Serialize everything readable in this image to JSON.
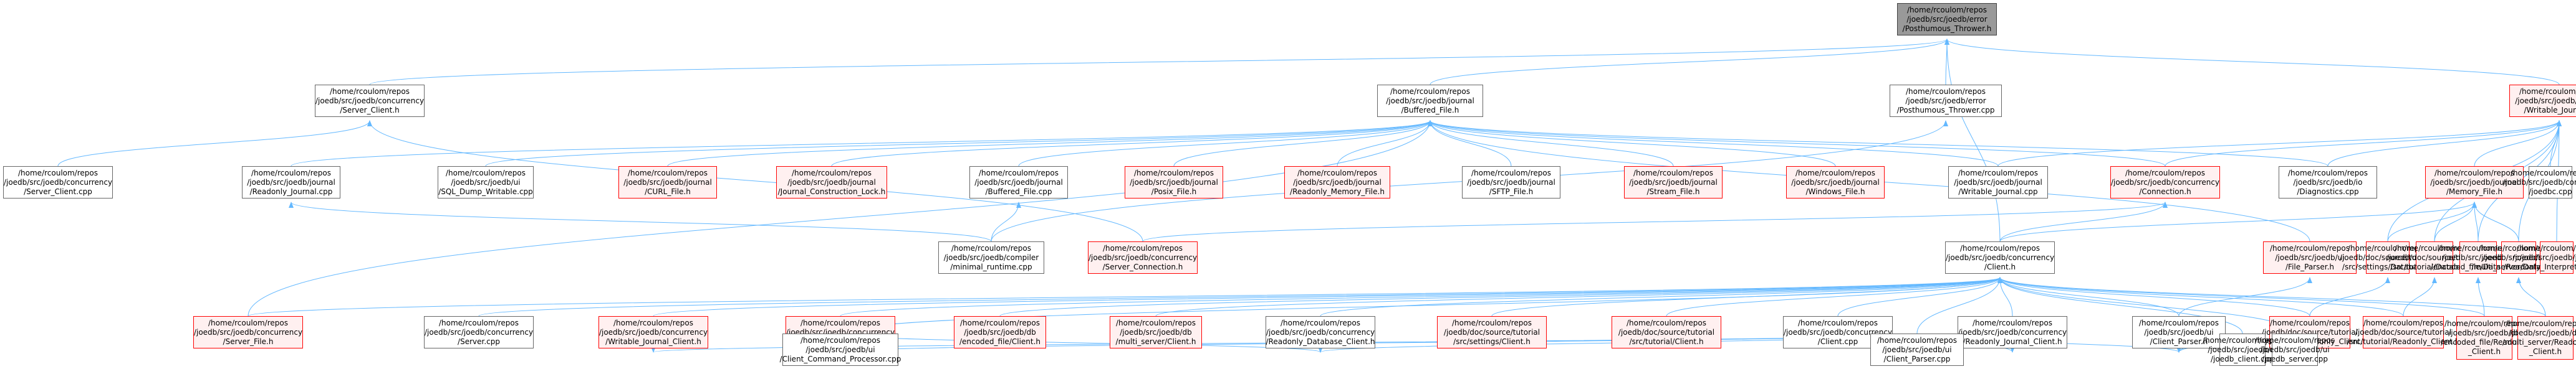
{
  "colors": {
    "edge": "#63b8ff",
    "border": "#666666",
    "red_border": "#ff0000",
    "red_fill": "#fff0f0",
    "root_fill": "#999999"
  },
  "nodes": {
    "root": "/home/rcoulom/repos\n/joedb/src/joedb/error\n/Posthumous_Thrower.h",
    "server_client_h": "/home/rcoulom/repos\n/joedb/src/joedb/concurrency\n/Server_Client.h",
    "buffered_file_h": "/home/rcoulom/repos\n/joedb/src/joedb/journal\n/Buffered_File.h",
    "posthumous_cpp": "/home/rcoulom/repos\n/joedb/src/joedb/error\n/Posthumous_Thrower.cpp",
    "writable_journal_h": "/home/rcoulom/repos\n/joedb/src/joedb/journal\n/Writable_Journal.h",
    "server_client_cpp": "/home/rcoulom/repos\n/joedb/src/joedb/concurrency\n/Server_Client.cpp",
    "readonly_journal_cpp": "/home/rcoulom/repos\n/joedb/src/joedb/journal\n/Readonly_Journal.cpp",
    "sql_dump": "/home/rcoulom/repos\n/joedb/src/joedb/ui\n/SQL_Dump_Writable.cpp",
    "curl_file": "/home/rcoulom/repos\n/joedb/src/joedb/journal\n/CURL_File.h",
    "construction_lock": "/home/rcoulom/repos\n/joedb/src/joedb/journal\n/Journal_Construction_Lock.h",
    "buffered_file_cpp": "/home/rcoulom/repos\n/joedb/src/joedb/journal\n/Buffered_File.cpp",
    "posix_file": "/home/rcoulom/repos\n/joedb/src/joedb/journal\n/Posix_File.h",
    "readonly_memory_file": "/home/rcoulom/repos\n/joedb/src/joedb/journal\n/Readonly_Memory_File.h",
    "sftp_file": "/home/rcoulom/repos\n/joedb/src/joedb/journal\n/SFTP_File.h",
    "stream_file": "/home/rcoulom/repos\n/joedb/src/joedb/journal\n/Stream_File.h",
    "windows_file": "/home/rcoulom/repos\n/joedb/src/joedb/journal\n/Windows_File.h",
    "writable_journal_cpp": "/home/rcoulom/repos\n/joedb/src/joedb/journal\n/Writable_Journal.cpp",
    "connection_h": "/home/rcoulom/repos\n/joedb/src/joedb/concurrency\n/Connection.h",
    "diagnostics": "/home/rcoulom/repos\n/joedb/src/joedb/io\n/Diagnostics.cpp",
    "memory_file": "/home/rcoulom/repos\n/joedb/src/joedb/journal\n/Memory_File.h",
    "joedbc": "/home/rcoulom/repos\n/joedb/src/joedb/compiler\n/joedbc.cpp",
    "minimal_runtime": "/home/rcoulom/repos\n/joedb/src/joedb/compiler\n/minimal_runtime.cpp",
    "server_connection": "/home/rcoulom/repos\n/joedb/src/joedb/concurrency\n/Server_Connection.h",
    "client_h": "/home/rcoulom/repos\n/joedb/src/joedb/concurrency\n/Client.h",
    "file_parser": "/home/rcoulom/repos\n/joedb/src/joedb/ui\n/File_Parser.h",
    "settings_database": "/home/rcoulom/repos\n/joedb/doc/source/tutorial\n/src/settings/Database.h",
    "tutorial_database": "/home/rcoulom/repos\n/joedb/doc/source/tutorial\n/src/tutorial/Database.h",
    "encoded_database": "/home/rcoulom/repos\n/joedb/src/joedb/db\n/encoded_file/Database.h",
    "multi_server_database": "/home/rcoulom/repos\n/joedb/src/joedb/db\n/multi_server/Database.h",
    "readonly_interpreted": "/home/rcoulom/repos\n/joedb/src/joedb/journal\n/Readonly_Interpreted_File.h",
    "server_file": "/home/rcoulom/repos\n/joedb/src/joedb/concurrency\n/Server_File.h",
    "server_cpp": "/home/rcoulom/repos\n/joedb/src/joedb/concurrency\n/Server.cpp",
    "writable_journal_client": "/home/rcoulom/repos\n/joedb/src/joedb/concurrency\n/Writable_Journal_Client.h",
    "writable_database_client": "/home/rcoulom/repos\n/joedb/src/joedb/concurrency\n/Writable_Database_Client.h",
    "encoded_client": "/home/rcoulom/repos\n/joedb/src/joedb/db\n/encoded_file/Client.h",
    "multi_server_client": "/home/rcoulom/repos\n/joedb/src/joedb/db\n/multi_server/Client.h",
    "readonly_database_client": "/home/rcoulom/repos\n/joedb/src/joedb/concurrency\n/Readonly_Database_Client.h",
    "settings_client": "/home/rcoulom/repos\n/joedb/doc/source/tutorial\n/src/settings/Client.h",
    "tutorial_client": "/home/rcoulom/repos\n/joedb/doc/source/tutorial\n/src/tutorial/Client.h",
    "client_cpp": "/home/rcoulom/repos\n/joedb/src/joedb/concurrency\n/Client.cpp",
    "readonly_journal_client": "/home/rcoulom/repos\n/joedb/src/joedb/concurrency\n/Readonly_Journal_Client.h",
    "client_parser_h": "/home/rcoulom/repos\n/joedb/src/joedb/ui\n/Client_Parser.h",
    "settings_readonly_client": "/home/rcoulom/repos\n/joedb/doc/source/tutorial\n/src/settings/Readonly_Client.h",
    "tutorial_readonly_client": "/home/rcoulom/repos\n/joedb/doc/source/tutorial\n/src/tutorial/Readonly_Client.h",
    "encoded_readonly_client": "/home/rcoulom/repos\n/joedb/src/joedb/db\n/encoded_file/Readonly\n_Client.h",
    "multi_server_readonly_client": "/home/rcoulom/repos\n/joedb/src/joedb/db\n/multi_server/Readonly\n_Client.h",
    "client_command_processor": "/home/rcoulom/repos\n/joedb/src/joedb/ui\n/Client_Command_Processor.cpp",
    "client_parser_cpp": "/home/rcoulom/repos\n/joedb/src/joedb/ui\n/Client_Parser.cpp",
    "joedb_client": "/home/rcoulom/repos\n/joedb/src/joedb/ui\n/joedb_client.cpp",
    "joedb_server": "/home/rcoulom/repos\n/joedb/src/joedb/ui\n/joedb_server.cpp"
  }
}
